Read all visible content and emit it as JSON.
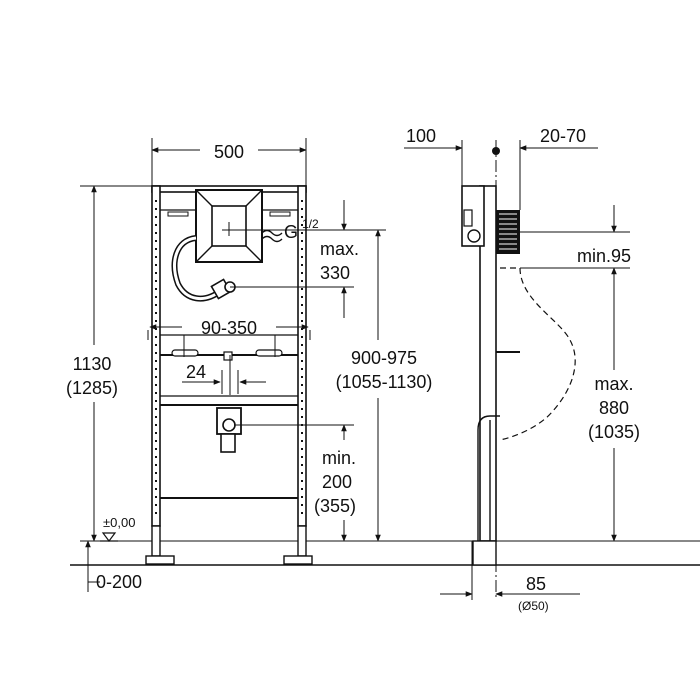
{
  "front": {
    "width": "500",
    "height_main": "1130",
    "height_alt": "(1285)",
    "thread": "G",
    "thread_frac": "1/2",
    "top_max_label": "max.",
    "top_max_value": "330",
    "spacing": "90-350",
    "offset": "24",
    "mid_height": "900-975",
    "mid_height_alt": "(1055-1130)",
    "bottom_min_label": "min.",
    "bottom_min_value": "200",
    "bottom_min_alt": "(355)",
    "zero_level": "±0,00",
    "floor_adjust": "0-200"
  },
  "side": {
    "wall_dist": "100",
    "depth": "20-70",
    "min_top": "min.95",
    "max_label": "max.",
    "max_value": "880",
    "max_alt": "(1035)",
    "pipe": "85",
    "pipe_dia": "(Ø50)"
  }
}
